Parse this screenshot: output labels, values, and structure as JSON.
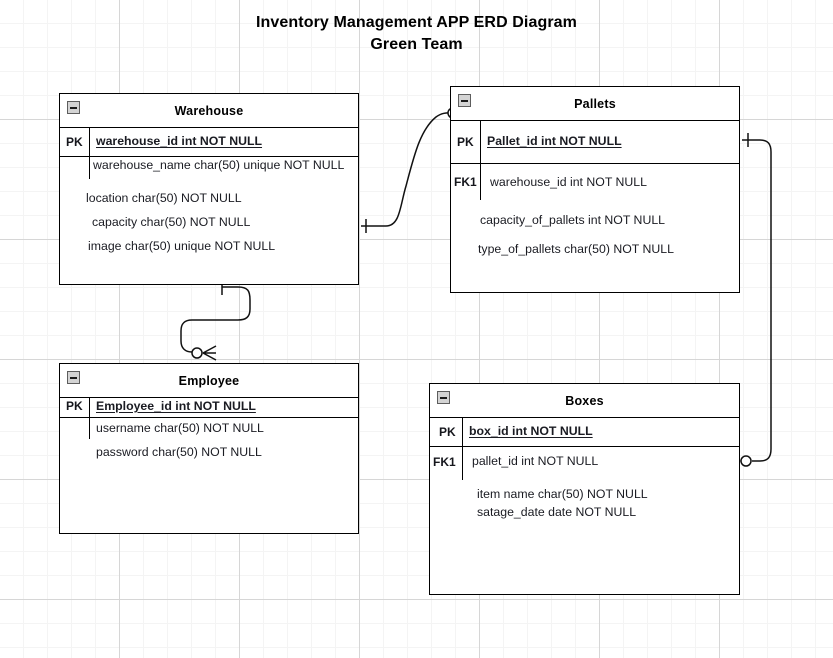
{
  "diagram": {
    "title_line1": "Inventory Management APP ERD Diagram",
    "title_line2": "Green Team",
    "collapse_icon": "minus-square-icon",
    "line_color": "#111111",
    "text_color": "#15161c",
    "background": "#ffffff",
    "grid_major_color": "#d6d6d6",
    "grid_minor_color": "#f4f4f4"
  },
  "entities": [
    {
      "name": "Warehouse",
      "rows": [
        {
          "key": "PK",
          "text": "warehouse_id int NOT NULL",
          "pk": true
        },
        {
          "key": "",
          "text": "warehouse_name char(50) unique NOT NULL",
          "pk": false
        },
        {
          "key": "",
          "text": "location char(50)  NOT NULL",
          "pk": false
        },
        {
          "key": "",
          "text": "capacity char(50)  NOT NULL",
          "pk": false
        },
        {
          "key": "",
          "text": "image char(50) unique NOT NULL",
          "pk": false
        }
      ]
    },
    {
      "name": "Pallets",
      "rows": [
        {
          "key": "PK",
          "text": "Pallet_id int NOT NULL",
          "pk": true
        },
        {
          "key": "FK1",
          "text": "warehouse_id int NOT NULL",
          "pk": false
        },
        {
          "key": "",
          "text": "capacity_of_pallets int NOT NULL",
          "pk": false
        },
        {
          "key": "",
          "text": "type_of_pallets char(50) NOT NULL",
          "pk": false
        }
      ]
    },
    {
      "name": "Employee",
      "rows": [
        {
          "key": "PK",
          "text": "Employee_id int NOT NULL",
          "pk": true
        },
        {
          "key": "",
          "text": "username char(50) NOT NULL",
          "pk": false
        },
        {
          "key": "",
          "text": "password char(50) NOT NULL",
          "pk": false
        }
      ]
    },
    {
      "name": "Boxes",
      "rows": [
        {
          "key": "PK",
          "text": "box_id int NOT NULL",
          "pk": true
        },
        {
          "key": "FK1",
          "text": "pallet_id int NOT NULL",
          "pk": false
        },
        {
          "key": "",
          "text": "item name char(50) NOT NULL",
          "pk": false
        },
        {
          "key": "",
          "text": "satage_date  date NOT NULL",
          "pk": false
        }
      ]
    }
  ],
  "relationships": [
    {
      "from": "Warehouse",
      "to": "Pallets",
      "from_cardinality": "one",
      "to_cardinality": "zero-or-many"
    },
    {
      "from": "Warehouse",
      "to": "Employee",
      "from_cardinality": "one",
      "to_cardinality": "zero-or-many"
    },
    {
      "from": "Pallets",
      "to": "Boxes",
      "from_cardinality": "one",
      "to_cardinality": "zero-or-many"
    }
  ]
}
